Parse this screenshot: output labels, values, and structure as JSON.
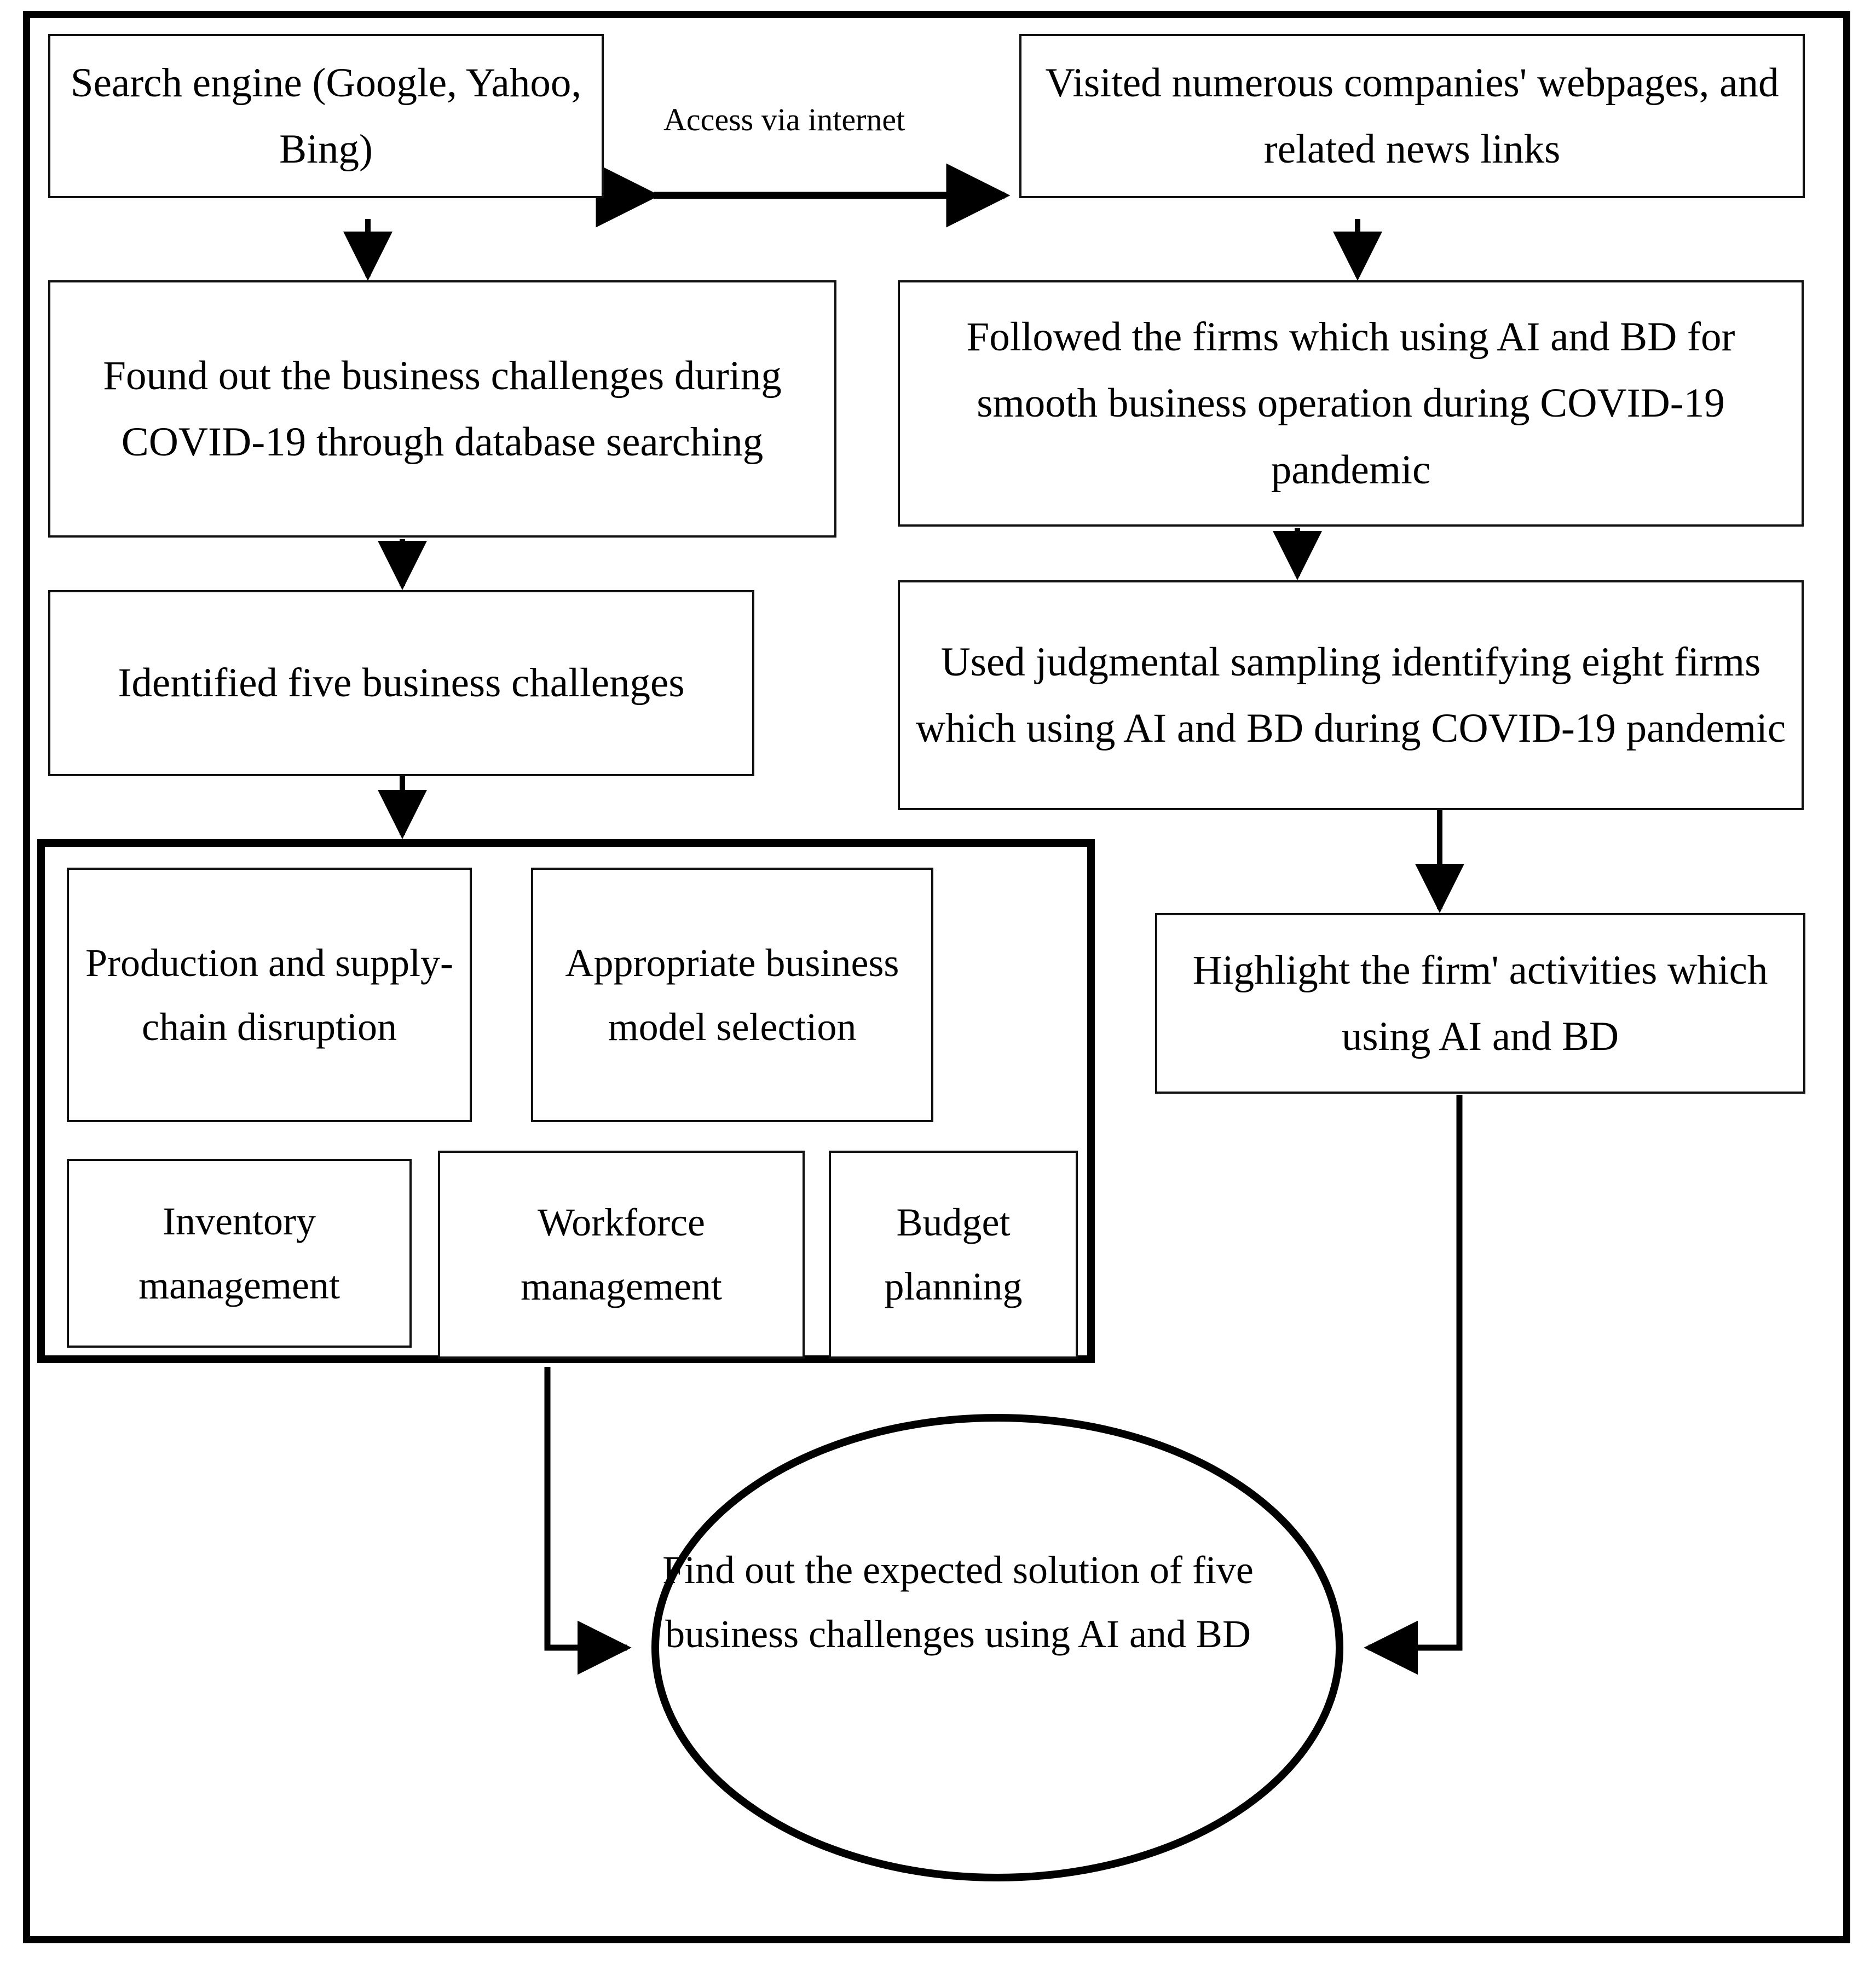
{
  "diagram": {
    "title": "Research methodology flowchart",
    "colors": {
      "stroke": "#000000",
      "fill": "#ffffff",
      "text": "#000000"
    },
    "nodes": {
      "search_engine": "Search engine (Google, Yahoo, Bing)",
      "visited_webpages": "Visited numerous companies' webpages, and related news links",
      "found_challenges": "Found out the business challenges during COVID-19 through database searching",
      "followed_firms": "Followed the firms which using AI and BD for smooth business operation during COVID-19 pandemic",
      "identified_five": "Identified five business challenges",
      "judgmental_sampling": "Used judgmental sampling identifying eight firms which using AI and BD during COVID-19 pandemic",
      "highlight_activities": "Highlight the firm' activities which using AI and BD",
      "outcome": "Find out the expected solution of five business challenges using AI and BD"
    },
    "challenges": [
      "Production and supply-chain disruption",
      "Appropriate business model selection",
      "Inventory management",
      "Workforce management",
      "Budget planning"
    ],
    "edges": [
      {
        "label": "Access via internet",
        "from": "search_engine",
        "to": "visited_webpages",
        "type": "bidirectional"
      },
      {
        "label": "",
        "from": "search_engine",
        "to": "found_challenges",
        "type": "down"
      },
      {
        "label": "",
        "from": "visited_webpages",
        "to": "followed_firms",
        "type": "down"
      },
      {
        "label": "",
        "from": "found_challenges",
        "to": "identified_five",
        "type": "down"
      },
      {
        "label": "",
        "from": "followed_firms",
        "to": "judgmental_sampling",
        "type": "down"
      },
      {
        "label": "",
        "from": "identified_five",
        "to": "challenges_group",
        "type": "down"
      },
      {
        "label": "",
        "from": "judgmental_sampling",
        "to": "highlight_activities",
        "type": "down"
      },
      {
        "label": "",
        "from": "challenges_group",
        "to": "outcome",
        "type": "elbow-right"
      },
      {
        "label": "",
        "from": "highlight_activities",
        "to": "outcome",
        "type": "elbow-left"
      }
    ]
  }
}
